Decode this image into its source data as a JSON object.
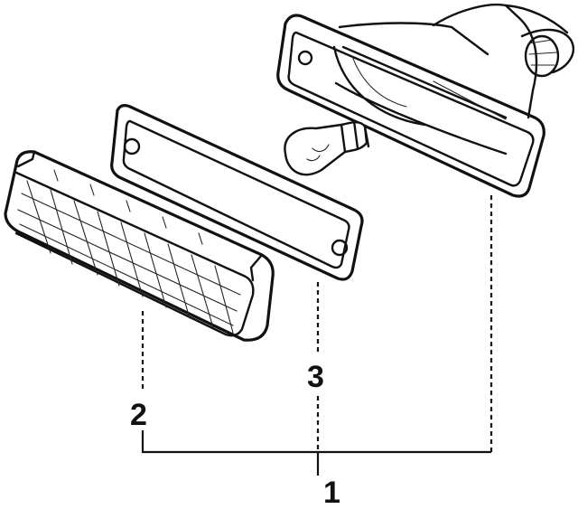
{
  "callouts": {
    "assembly": "1",
    "lens": "2",
    "gasket": "3"
  },
  "colors": {
    "ink": "#111111",
    "background": "#ffffff"
  }
}
